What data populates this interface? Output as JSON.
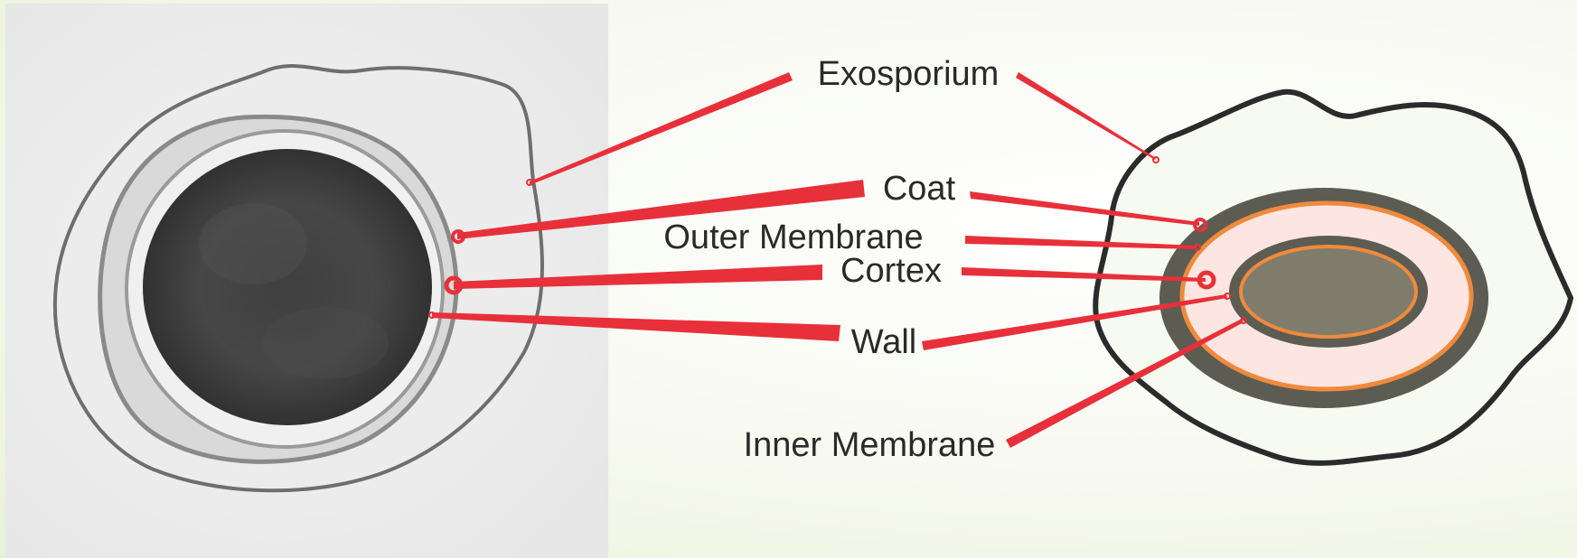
{
  "labels": {
    "exosporium": "Exosporium",
    "coat": "Coat",
    "outer_membrane": "Outer Membrane",
    "cortex": "Cortex",
    "wall": "Wall",
    "inner_membrane": "Inner Membrane"
  },
  "colors": {
    "leader": "#e8303a",
    "coat_layer": "#5c5c52",
    "membrane": "#f08a3c",
    "cortex_fill": "#fde6e1",
    "core_fill": "#807c6c",
    "exosporium_outline": "#2b2b2b"
  }
}
